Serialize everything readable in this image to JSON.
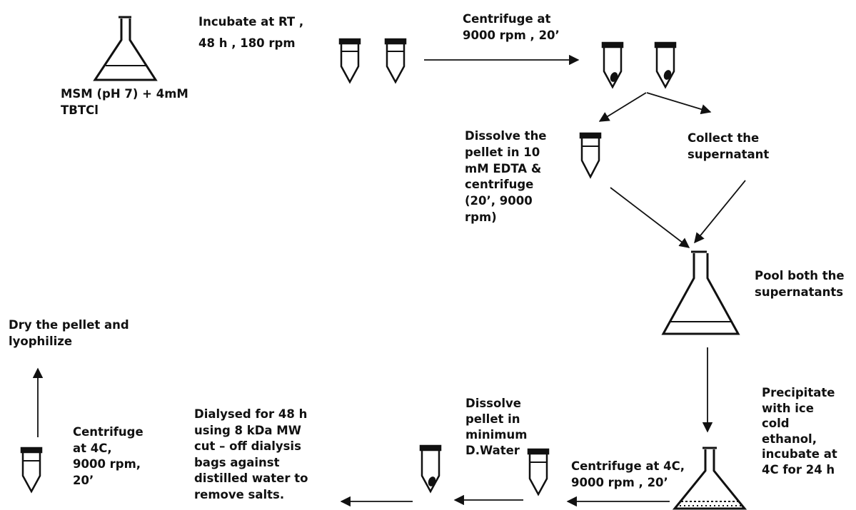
{
  "steps": {
    "start": [
      "MSM (pH 7) + 4mM",
      "TBTCl"
    ],
    "incubate": [
      "Incubate at RT ,",
      "48 h , 180 rpm"
    ],
    "centrifuge1": [
      "Centrifuge at",
      "9000 rpm , 20’"
    ],
    "dissolve_pellet": [
      "Dissolve the",
      "pellet in 10",
      "mM EDTA &",
      "centrifuge",
      "(20’, 9000",
      "rpm)"
    ],
    "collect": [
      "Collect the",
      "supernatant"
    ],
    "pool": [
      "Pool both the",
      "supernatants"
    ],
    "precipitate": [
      "Precipitate",
      "with ice",
      "cold",
      "ethanol,",
      "incubate at",
      "4C for 24 h"
    ],
    "centrifuge2": [
      "Centrifuge at 4C,",
      "9000 rpm , 20’"
    ],
    "dissolve_water": [
      "Dissolve",
      "pellet in",
      "minimum",
      "D.Water"
    ],
    "dialysis": [
      "Dialysed for 48 h",
      "using 8 kDa MW",
      "cut – off dialysis",
      "bags against",
      "distilled water to",
      "remove salts."
    ],
    "centrifuge3": [
      "Centrifuge",
      "at 4C,",
      "9000 rpm,",
      "20’"
    ],
    "dry": [
      "Dry the pellet and",
      "lyophilize"
    ]
  }
}
